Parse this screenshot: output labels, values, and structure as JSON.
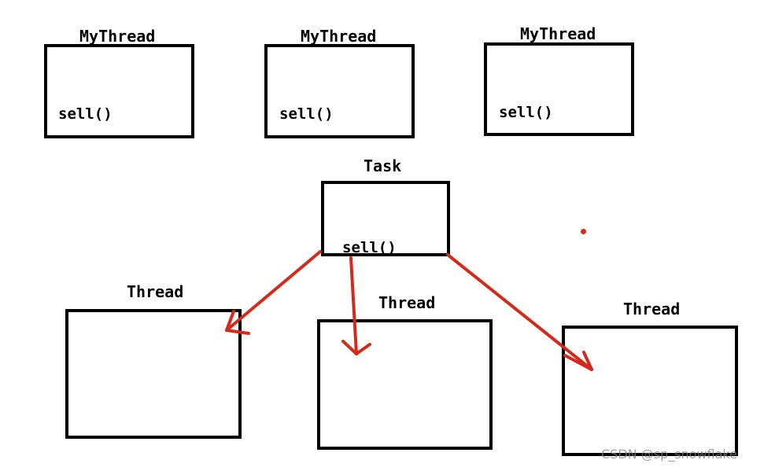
{
  "top_row": [
    {
      "title": "MyThread",
      "method": "sell()"
    },
    {
      "title": "MyThread",
      "method": "sell()"
    },
    {
      "title": "MyThread",
      "method": "sell()"
    }
  ],
  "task": {
    "title": "Task",
    "method": "sell()"
  },
  "bottom_row": [
    {
      "title": "Thread"
    },
    {
      "title": "Thread"
    },
    {
      "title": "Thread"
    }
  ],
  "colors": {
    "box_border": "#000000",
    "arrow": "#d42a1c"
  },
  "watermark": "CSDN @sp_snowflake"
}
